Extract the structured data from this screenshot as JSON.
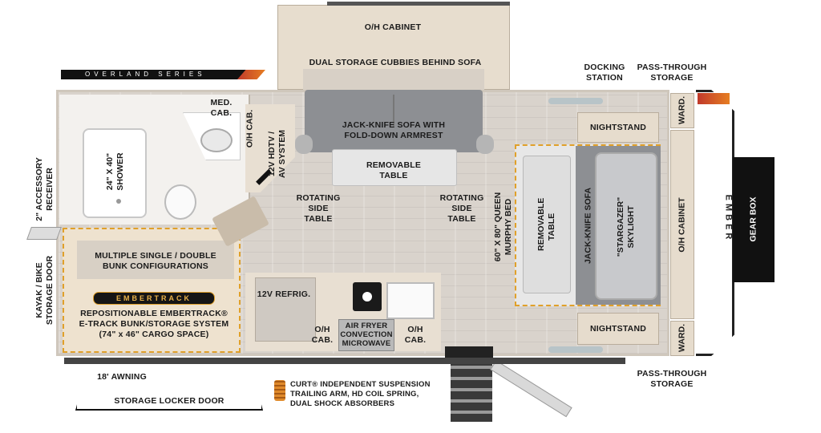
{
  "series_banner": "OVERLAND SERIES",
  "brand_logo_text": "EMBER",
  "labels": {
    "oh_cabinet_top": "O/H CABINET",
    "dual_storage": "DUAL STORAGE CUBBIES BEHIND SOFA",
    "docking_station": "DOCKING\nSTATION",
    "pass_through_top": "PASS-THROUGH\nSTORAGE",
    "med_cab": "MED.\nCAB.",
    "oh_cab_side": "O/H CAB.",
    "hdtv": "12V HDTV /\nAV SYSTEM",
    "jackknife_sofa_top": "JACK-KNIFE SOFA WITH\nFOLD-DOWN ARMREST",
    "removable_table_top": "REMOVABLE\nTABLE",
    "rotating_left": "ROTATING\nSIDE\nTABLE",
    "rotating_right": "ROTATING\nSIDE\nTABLE",
    "shower": "24\" X 40\"\nSHOWER",
    "accessory_receiver": "2\" ACCESSORY\nRECEIVER",
    "kayak_door": "KAYAK / BIKE\nSTORAGE DOOR",
    "bunk_config": "MULTIPLE SINGLE / DOUBLE\nBUNK CONFIGURATIONS",
    "embertrack_logo": "EMBERTRACK",
    "embertrack_desc": "REPOSITIONABLE EMBERTRACK®\nE-TRACK BUNK/STORAGE SYSTEM\n(74\" x 46\" CARGO SPACE)",
    "refrig": "12V REFRIG.",
    "oh_cab_left": "O/H\nCAB.",
    "oh_cab_right": "O/H\nCAB.",
    "air_fryer": "AIR FRYER\nCONVECTION\nMICROWAVE",
    "murphy_bed": "60\" X 80\" QUEEN\nMURPHY BED",
    "removable_table_bed": "REMOVABLE\nTABLE",
    "jackknife_sofa_bed": "JACK-KNIFE SOFA",
    "skylight": "\"STARGAZER\"\nSKYLIGHT",
    "nightstand_top": "NIGHTSTAND",
    "nightstand_bottom": "NIGHTSTAND",
    "ward_top": "WARD.",
    "ward_bottom": "WARD.",
    "oh_cabinet_right": "O/H CABINET",
    "gear_box": "GEAR BOX",
    "pass_through_bottom": "PASS-THROUGH\nSTORAGE",
    "awning": "18' AWNING",
    "storage_locker": "STORAGE LOCKER DOOR",
    "suspension": "CURT® INDEPENDENT SUSPENSION\nTRAILING ARM, HD COIL SPRING,\nDUAL SHOCK ABSORBERS"
  },
  "colors": {
    "accent_orange": "#e0a02a",
    "gear_box": "#111111",
    "sofa_grey": "#8d8f93"
  }
}
